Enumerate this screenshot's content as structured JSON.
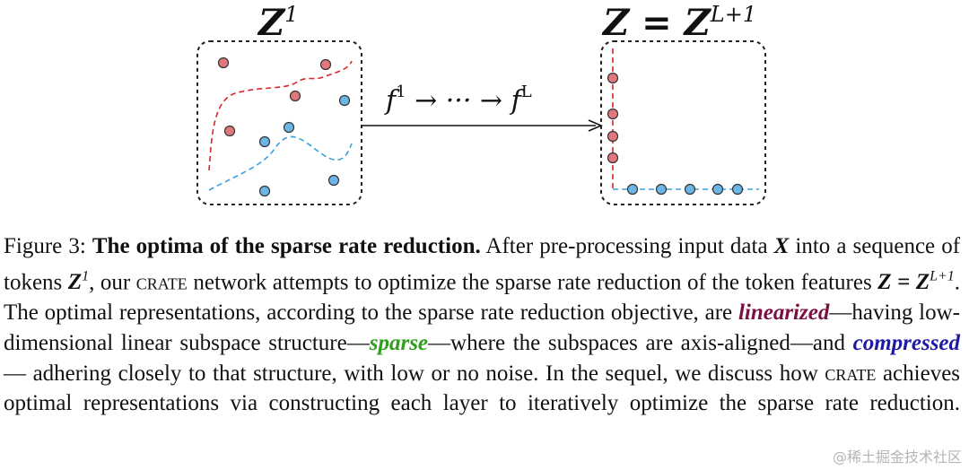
{
  "figure": {
    "left_label": {
      "base": "Z",
      "sup": "1"
    },
    "right_label": {
      "base": "Z = Z",
      "sup": "L+1"
    },
    "arrow_label": {
      "f1": "f",
      "sup1": "1",
      "middle": " → ··· → f",
      "supL": "L"
    },
    "colors": {
      "red": "#e0777c",
      "red_line": "#d9262b",
      "blue": "#6cb5e6",
      "blue_line": "#3aa1d9"
    }
  },
  "caption": {
    "fig_label": "Figure 3:",
    "title": "The optima of the sparse rate reduction.",
    "t1": "After pre-processing input data",
    "x": "X",
    "t2": "into a sequence of tokens",
    "z1": "Z",
    "z1sup": "1",
    "t3": ", our",
    "crate": "crate",
    "t4": "network attempts to optimize the sparse rate reduction of the token features",
    "zeq": "Z = Z",
    "zeqsup": "L+1",
    "t5": ". The optimal representations, according to the sparse rate reduction objective, are",
    "linearized": "linearized",
    "t6": "—having low-dimensional linear subspace structure—",
    "sparse": "sparse",
    "t7": "—where the subspaces are axis-aligned—and",
    "compressed": "compressed",
    "t8": "— adhering closely to that structure, with low or no noise. In the sequel, we discuss how",
    "crate2": "crate",
    "t9": "achieves optimal representations via constructing each layer to iteratively optimize the sparse rate reduction."
  },
  "watermark": "@稀土掘金技术社区"
}
